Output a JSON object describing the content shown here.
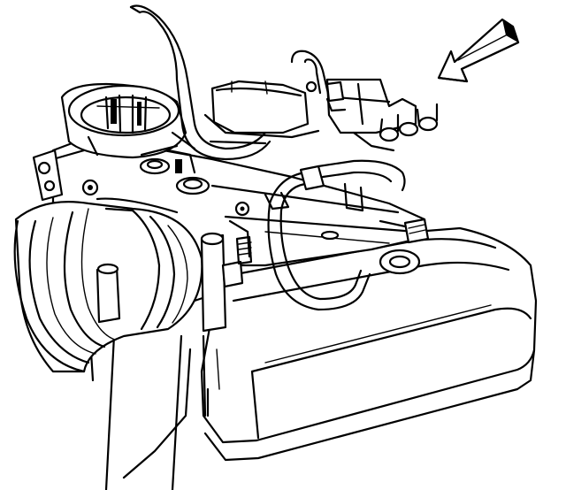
{
  "figure": {
    "kind": "line-art engine component illustration",
    "background_color": "#ffffff",
    "line_color": "#000000",
    "components": [
      "throttle-body",
      "air-intake-duct",
      "vacuum-hose",
      "valve-cover",
      "sensor-connector",
      "direction-arrow"
    ]
  }
}
